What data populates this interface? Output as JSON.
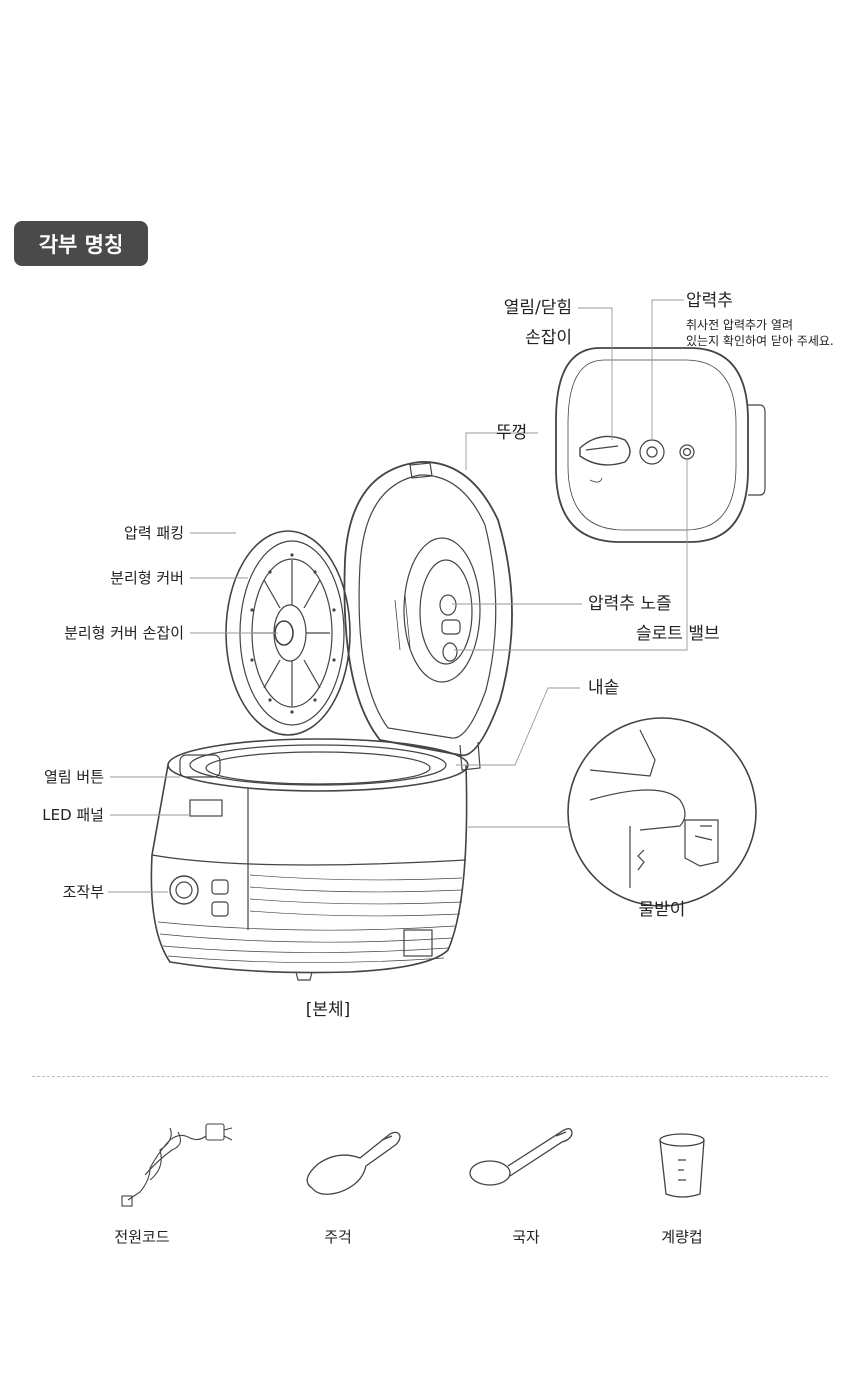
{
  "header": {
    "title": "각부 명칭"
  },
  "labels": {
    "handle_1": "열림/닫힘",
    "handle_2": "손잡이",
    "pressure_weight": "압력추",
    "pressure_note_1": "취사전 압력추가 열려",
    "pressure_note_2": "있는지 확인하여 닫아 주세요.",
    "lid": "뚜껑",
    "pressure_packing": "압력 패킹",
    "separable_cover": "분리형 커버",
    "separable_cover_handle": "분리형 커버 손잡이",
    "pressure_exposure": "압력추 노즐",
    "slot_valve": "슬로트 밸브",
    "inner_pot": "내솥",
    "open_button": "열림 버튼",
    "led_panel": "LED 패널",
    "control_unit": "조작부",
    "water_tray": "물받이",
    "body_caption": "[본체]"
  },
  "accessories": [
    {
      "name": "전원코드",
      "icon": "power-cord-icon"
    },
    {
      "name": "주걱",
      "icon": "rice-paddle-icon"
    },
    {
      "name": "국자",
      "icon": "ladle-icon"
    },
    {
      "name": "계량컵",
      "icon": "measuring-cup-icon"
    }
  ],
  "colors": {
    "badge": "#4a4a4a",
    "line": "#444444",
    "leader": "#9a9a9a"
  }
}
